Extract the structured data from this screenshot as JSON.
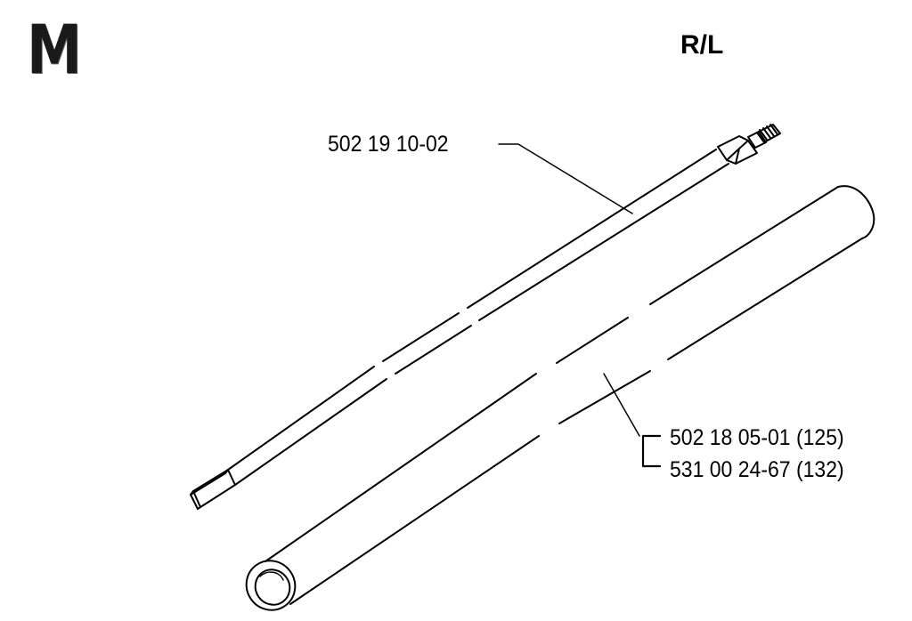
{
  "header": {
    "section_letter": "M",
    "model_code": "R/L"
  },
  "parts": {
    "drive_shaft": {
      "number": "502 19 10-02"
    },
    "shaft_tube_125": {
      "number": "502 18 05-01 (125)"
    },
    "shaft_tube_132": {
      "number": "531 00 24-67 (132)"
    }
  },
  "colors": {
    "line": "#000000",
    "background": "#ffffff"
  }
}
